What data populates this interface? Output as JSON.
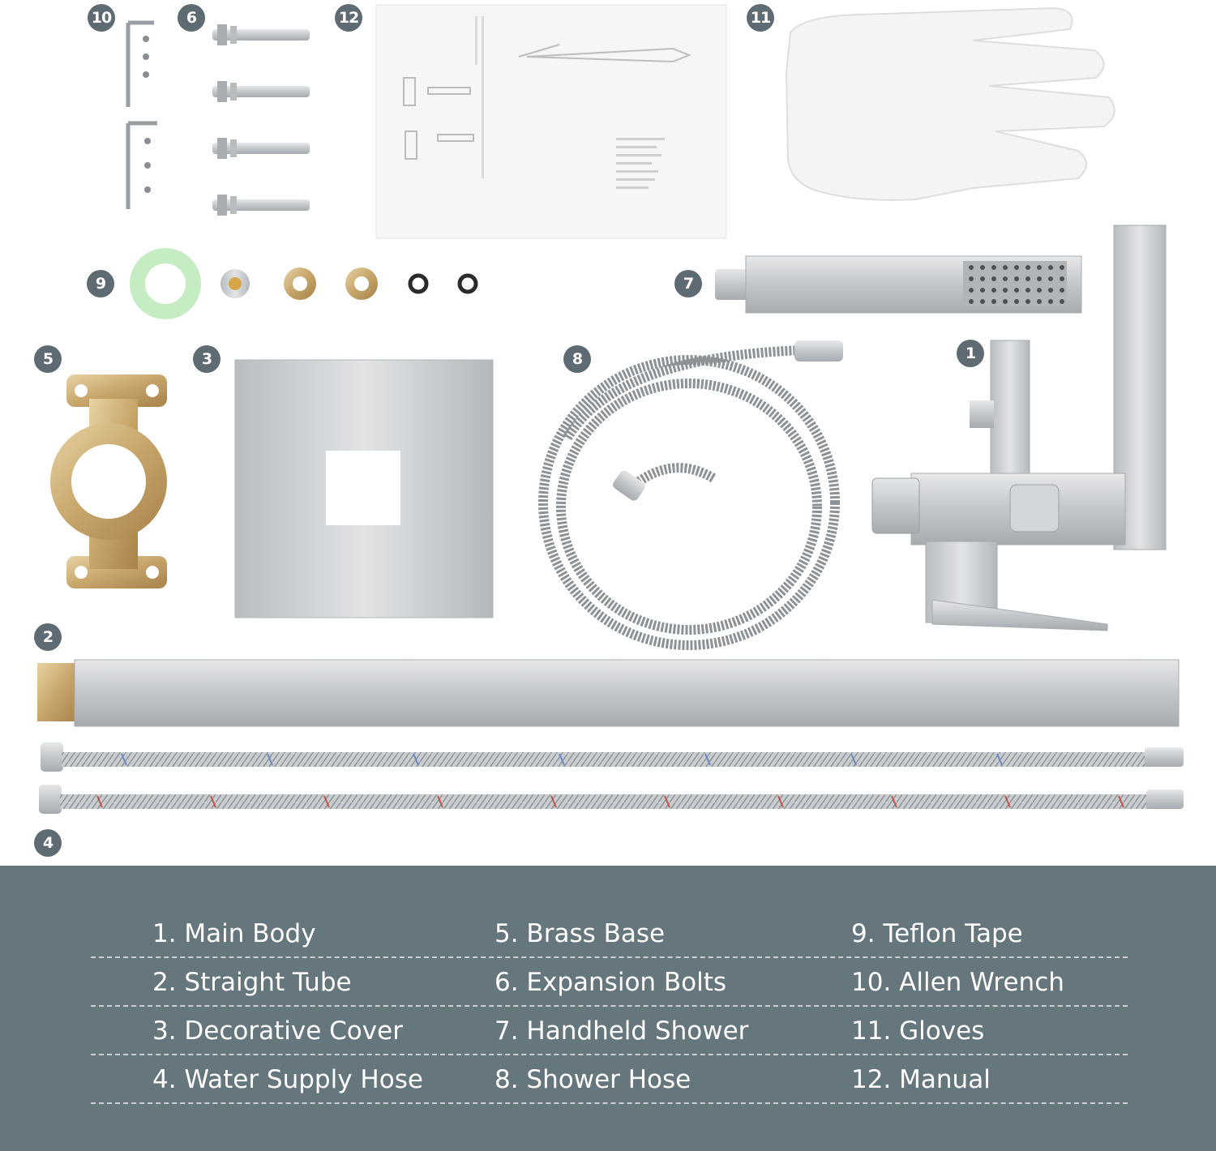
{
  "colors": {
    "badge": "#5f6b72",
    "legend_background": "#66767d",
    "legend_text": "#ffffff",
    "steel": "#c9cccf"
  },
  "badges": [
    "10",
    "6",
    "12",
    "11",
    "9",
    "7",
    "5",
    "3",
    "8",
    "1",
    "2",
    "4"
  ],
  "legend_rows": [
    [
      "1. Main Body",
      "5. Brass Base",
      "9. Teflon Tape"
    ],
    [
      "2. Straight Tube",
      "6. Expansion Bolts",
      "10. Allen Wrench"
    ],
    [
      "3. Decorative Cover",
      "7. Handheld Shower",
      "11. Gloves"
    ],
    [
      "4. Water Supply Hose",
      "8. Shower Hose",
      "12. Manual"
    ]
  ]
}
